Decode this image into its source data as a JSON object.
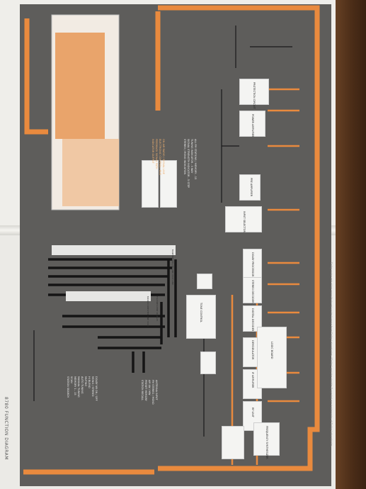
{
  "caption": "8780 FUNCTION DIAGRAM",
  "bus_label": "MULTIPLEXED / BI-LINE TEXT LINK",
  "microcomputer_label": "MICROCOMPUTER / NE 3000",
  "display_label": "FLUORESCENT DISPLAY",
  "blocks": {
    "input_selector": "INPUT SELECTOR",
    "pre_amplifier": "PRE AMPLIFIER",
    "protection_circuit": "PROTECTION CIRCUIT",
    "power_amplifier": "POWER AMPLIFIER",
    "tone_control": "TONE CONTROL",
    "dolby_processor": "DOLBY PROCESSOR",
    "stereo_decoder": "STEREO DECODER",
    "ifc_digital_decoder": "DIGITAL DECODER",
    "if_amplifier": "IF AMPLIFIER",
    "demodulator": "DEMODULATOR",
    "logic_board": "LOGIC BOARD",
    "rf_unit": "RF UNIT",
    "frequency_synthesizer": "FREQUENCY SYNTHESIZER"
  },
  "notes_orange": [
    "ON AIR RADIO / SIGNAL LINE",
    "ELECTRONIC CONTROL - BUS",
    "FEEDBACK SIGNAL PATH",
    "INDICATOR OUTPUT"
  ],
  "notes_white": [
    "ALL FM STATIONS / MEMORY - 15",
    "TUNING INDICATOR - 3 WAY",
    "SIGNAL STRENGTH INDICATOR - 5 STEP",
    "STEREO / MONO INDICATION"
  ],
  "left_notes": [
    "DOLBY NR ON / OFF",
    "MONO / STEREO",
    "HI BLEND",
    "MUTING",
    "AUTO TUNING",
    "MANUAL TUNING",
    "MEMORY 1 - 15",
    "SCAN",
    "STATION SEARCH"
  ],
  "bottom_notes": [
    "ANTENNA INPUT",
    "FM STEREO / MONO",
    "AM LW / MW",
    "PRESET MEMORY",
    "STATION RECALL"
  ],
  "footnote": "Dolby noise reduction manufactured under license from Dolby Laboratories. \"Dolby\" and the double-D symbol are trademarks of Dolby Laboratories.",
  "colors": {
    "background": "#5e5d5b",
    "signal": "#e98a3e",
    "control": "#1a1a1a",
    "block": "#f4f4f2"
  }
}
